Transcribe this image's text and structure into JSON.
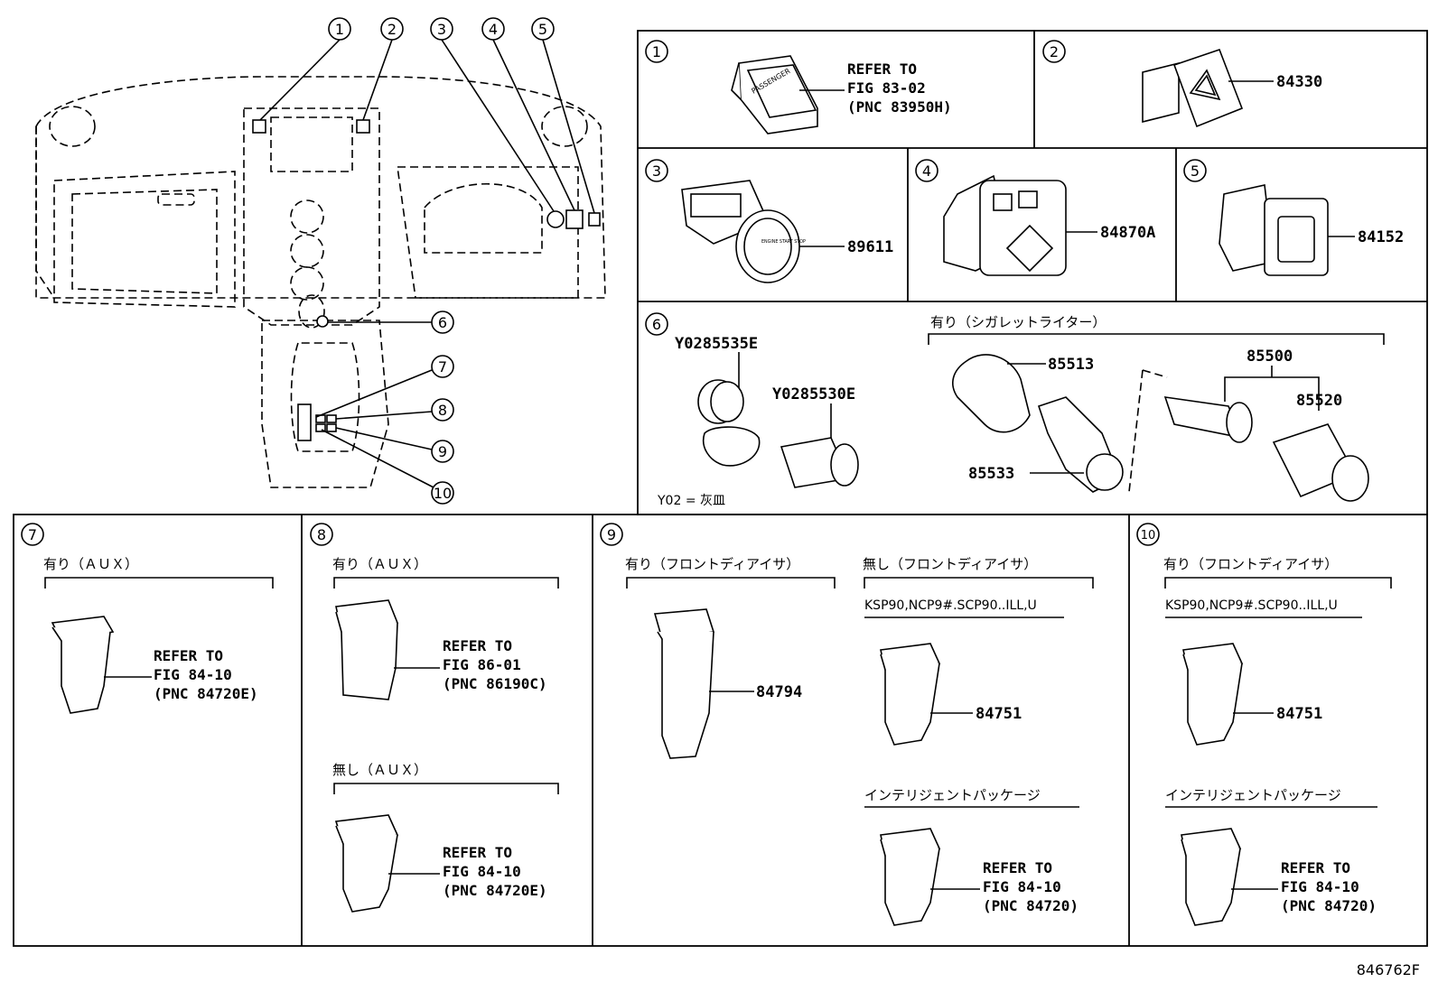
{
  "diagram_id": "846762F",
  "callouts": [
    "1",
    "2",
    "3",
    "4",
    "5",
    "6",
    "7",
    "8",
    "9",
    "10"
  ],
  "panel1": {
    "text": "PASSENGER",
    "refer": [
      "REFER TO",
      "FIG 83-02",
      "(PNC 83950H)"
    ]
  },
  "panel2": {
    "part": "84330"
  },
  "panel3": {
    "part": "89611",
    "button_text": "ENGINE START STOP"
  },
  "panel4": {
    "part": "84870A"
  },
  "panel5": {
    "part": "84152"
  },
  "panel6": {
    "left_part_a": "Y0285535E",
    "left_part_b": "Y0285530E",
    "note": "Y02 = 灰皿",
    "bracket_caption": "有り（シガレットライター）",
    "p85513": "85513",
    "p85533": "85533",
    "p85500": "85500",
    "p85520": "85520"
  },
  "panel7": {
    "caption": "有り（ＡＵＸ）",
    "refer": [
      "REFER TO",
      "FIG 84-10",
      "(PNC 84720E)"
    ]
  },
  "panel8": {
    "caption_top": "有り（ＡＵＸ）",
    "refer_top": [
      "REFER TO",
      "FIG 86-01",
      "(PNC 86190C)"
    ],
    "caption_bottom": "無し（ＡＵＸ）",
    "refer_bottom": [
      "REFER TO",
      "FIG 84-10",
      "(PNC 84720E)"
    ]
  },
  "panel9": {
    "caption_left": "有り（フロントディアイサ）",
    "part_left": "84794",
    "caption_right": "無し（フロントディアイサ）",
    "models": "KSP90,NCP9#.SCP90..ILL,U",
    "part_right": "84751",
    "caption_pkg": "インテリジェントパッケージ",
    "refer_pkg": [
      "REFER TO",
      "FIG 84-10",
      "(PNC 84720)"
    ]
  },
  "panel10": {
    "caption": "有り（フロントディアイサ）",
    "models": "KSP90,NCP9#.SCP90..ILL,U",
    "part": "84751",
    "caption_pkg": "インテリジェントパッケージ",
    "refer_pkg": [
      "REFER TO",
      "FIG 84-10",
      "(PNC 84720)"
    ]
  }
}
